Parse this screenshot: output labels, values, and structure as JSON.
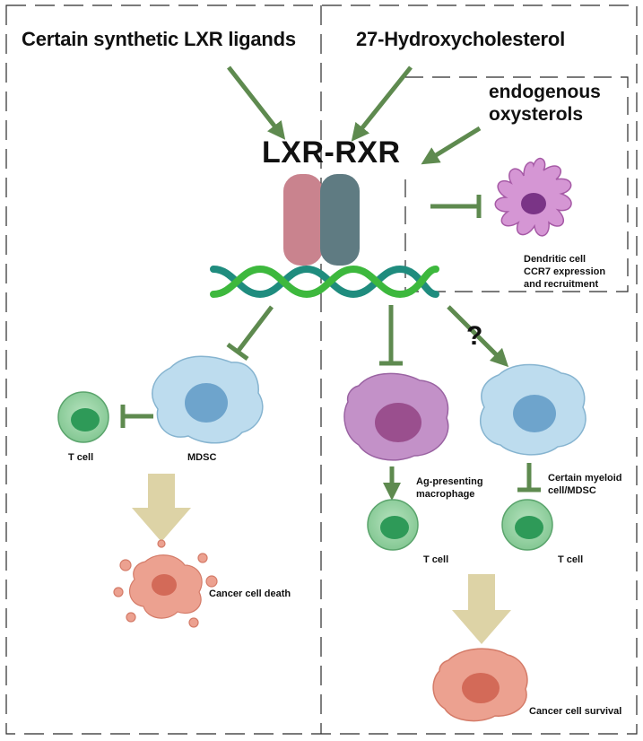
{
  "sources": {
    "synthetic_ligands": "Certain synthetic LXR ligands",
    "hydroxycholesterol": "27-Hydroxycholesterol",
    "endogenous_line1": "endogenous",
    "endogenous_line2": "oxysterols"
  },
  "receptor": {
    "label": "LXR-RXR"
  },
  "dendritic": {
    "line1": "Dendritic cell",
    "line2": "CCR7 expression",
    "line3": "and recruitment"
  },
  "left_branch": {
    "tcell": "T cell",
    "mdsc": "MDSC",
    "outcome": "Cancer cell death"
  },
  "right_branch": {
    "question": "?",
    "macrophage_line1": "Ag-presenting",
    "macrophage_line2": "macrophage",
    "myeloid_line1": "Certain myeloid",
    "myeloid_line2": "cell/MDSC",
    "tcell_a": "T cell",
    "tcell_b": "T cell",
    "outcome": "Cancer cell survival"
  },
  "colors": {
    "arrow_green": "#5e8a4f",
    "big_arrow_tan": "#ddd3a6",
    "lxr_pink": "#c9838e",
    "rxr_slate": "#5f7b82",
    "dna_green": "#3db83d",
    "dna_teal": "#1f8c7e",
    "tcell_green": "#2e9a58",
    "mdsc_blue": "#b9d9ec",
    "macrophage_purple": "#b07ab8",
    "dendritic_purple": "#cc88cc",
    "cancer_salmon": "#eca190"
  }
}
